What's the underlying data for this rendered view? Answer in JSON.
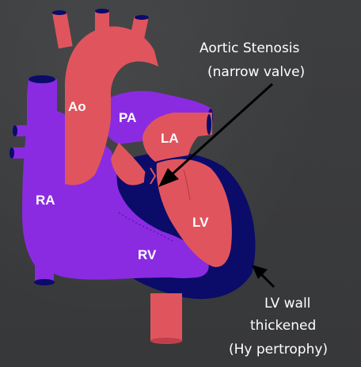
{
  "labels": {
    "ao": "Ao",
    "pa": "PA",
    "la": "LA",
    "lv": "LV",
    "ra": "RA",
    "rv": "RV"
  },
  "annotations": {
    "stenosis_line1": "Aortic Stenosis",
    "stenosis_line2": "(narrow valve)",
    "wall_line1": "LV wall",
    "wall_line2": "thickened",
    "wall_line3": "(Hy pertrophy)"
  },
  "colors": {
    "background": "#3a3b3d",
    "oxygenated_red": "#e0555d",
    "deoxygenated_purple": "#8a2be2",
    "hypertrophied_wall": "#0b0b6a",
    "text": "#ffffff"
  }
}
